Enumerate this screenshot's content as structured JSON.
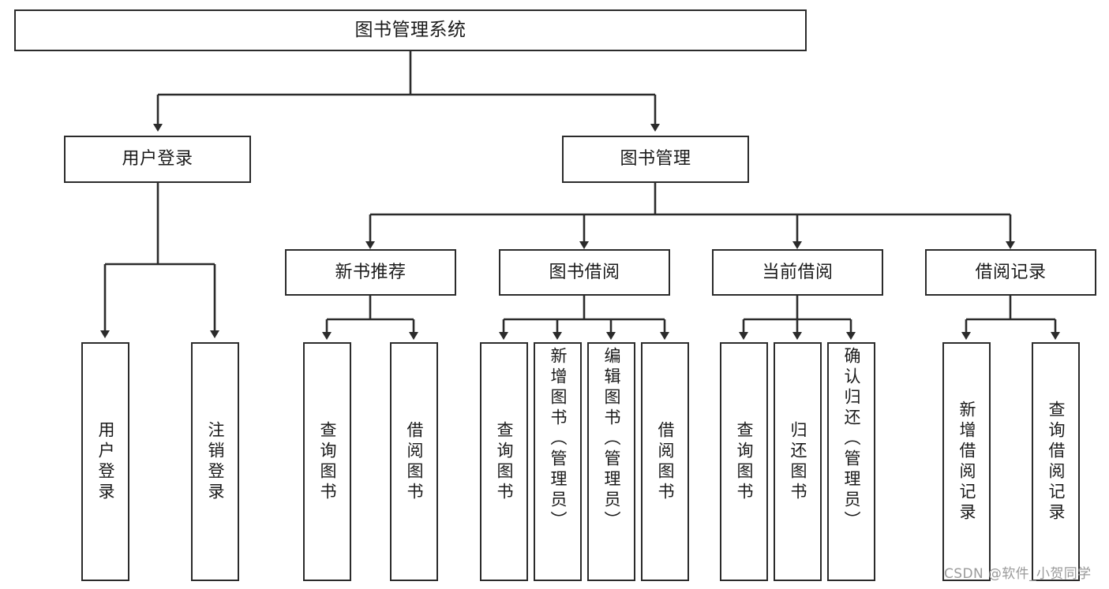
{
  "diagram": {
    "title": "图书管理系统",
    "type": "tree",
    "root": {
      "id": "root",
      "label": "图书管理系统"
    },
    "level2": [
      {
        "id": "user-login",
        "label": "用户登录"
      },
      {
        "id": "book-manage",
        "label": "图书管理"
      }
    ],
    "level3": [
      {
        "id": "new-book-rec",
        "label": "新书推荐",
        "parent": "book-manage"
      },
      {
        "id": "book-borrow",
        "label": "图书借阅",
        "parent": "book-manage"
      },
      {
        "id": "current-borrow",
        "label": "当前借阅",
        "parent": "book-manage"
      },
      {
        "id": "borrow-record",
        "label": "借阅记录",
        "parent": "book-manage"
      }
    ],
    "leaves": [
      {
        "id": "leaf-user-login",
        "label": "用户登录",
        "parent": "user-login",
        "align": "center"
      },
      {
        "id": "leaf-user-logout",
        "label": "注销登录",
        "parent": "user-login",
        "align": "center"
      },
      {
        "id": "leaf-query-book-1",
        "label": "查询图书",
        "parent": "new-book-rec",
        "align": "center"
      },
      {
        "id": "leaf-borrow-book-1",
        "label": "借阅图书",
        "parent": "new-book-rec",
        "align": "center"
      },
      {
        "id": "leaf-query-book-2",
        "label": "查询图书",
        "parent": "book-borrow",
        "align": "center"
      },
      {
        "id": "leaf-add-book",
        "label": "新增图书（管理员）",
        "parent": "book-borrow",
        "align": "top"
      },
      {
        "id": "leaf-edit-book",
        "label": "编辑图书（管理员）",
        "parent": "book-borrow",
        "align": "top"
      },
      {
        "id": "leaf-borrow-book-2",
        "label": "借阅图书",
        "parent": "book-borrow",
        "align": "center"
      },
      {
        "id": "leaf-query-book-3",
        "label": "查询图书",
        "parent": "current-borrow",
        "align": "center"
      },
      {
        "id": "leaf-return-book",
        "label": "归还图书",
        "parent": "current-borrow",
        "align": "center"
      },
      {
        "id": "leaf-confirm-return",
        "label": "确认归还（管理员）",
        "parent": "current-borrow",
        "align": "top"
      },
      {
        "id": "leaf-add-record",
        "label": "新增借阅记录",
        "parent": "borrow-record",
        "align": "center"
      },
      {
        "id": "leaf-query-record",
        "label": "查询借阅记录",
        "parent": "borrow-record",
        "align": "center"
      }
    ]
  },
  "watermark": {
    "text": "CSDN @软件_小贺同学"
  },
  "colors": {
    "stroke": "#2b2b2b",
    "fill": "#ffffff",
    "text": "#1a1a1a",
    "watermark": "#9a9a9a"
  }
}
